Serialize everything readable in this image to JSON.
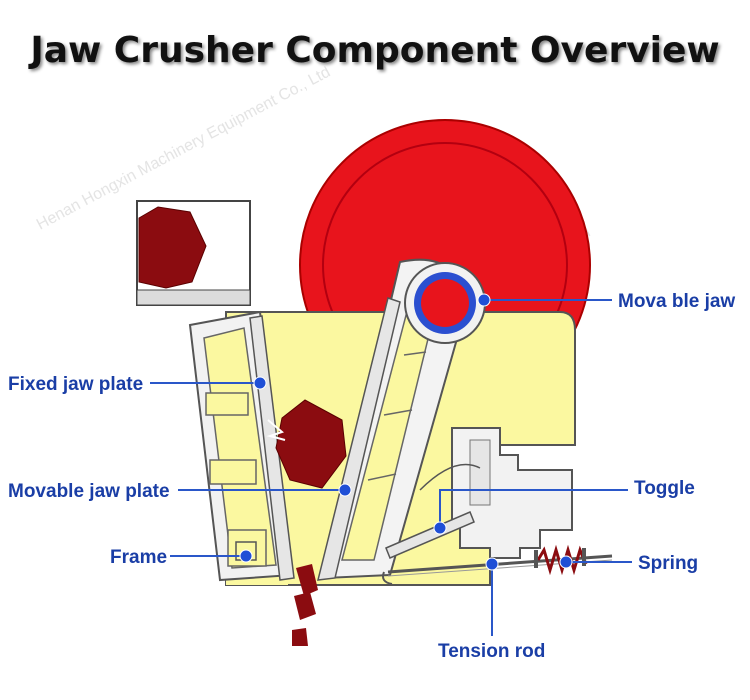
{
  "title": "Jaw Crusher Component Overview",
  "watermark": "Henan Hongxin Machinery Equipment Co., Ltd",
  "labels": {
    "movable_jaw": "Mova ble jaw",
    "fixed_jaw_plate": "Fixed jaw plate",
    "movable_jaw_plate": "Movable jaw plate",
    "frame": "Frame",
    "toggle": "Toggle",
    "spring": "Spring",
    "tension_rod": "Tension rod"
  },
  "colors": {
    "frame_fill": "#fbf8a0",
    "flywheel": "#e8141c",
    "rock": "#8b0c10",
    "leader": "#2a57c9",
    "label_text": "#1a3ea6"
  }
}
